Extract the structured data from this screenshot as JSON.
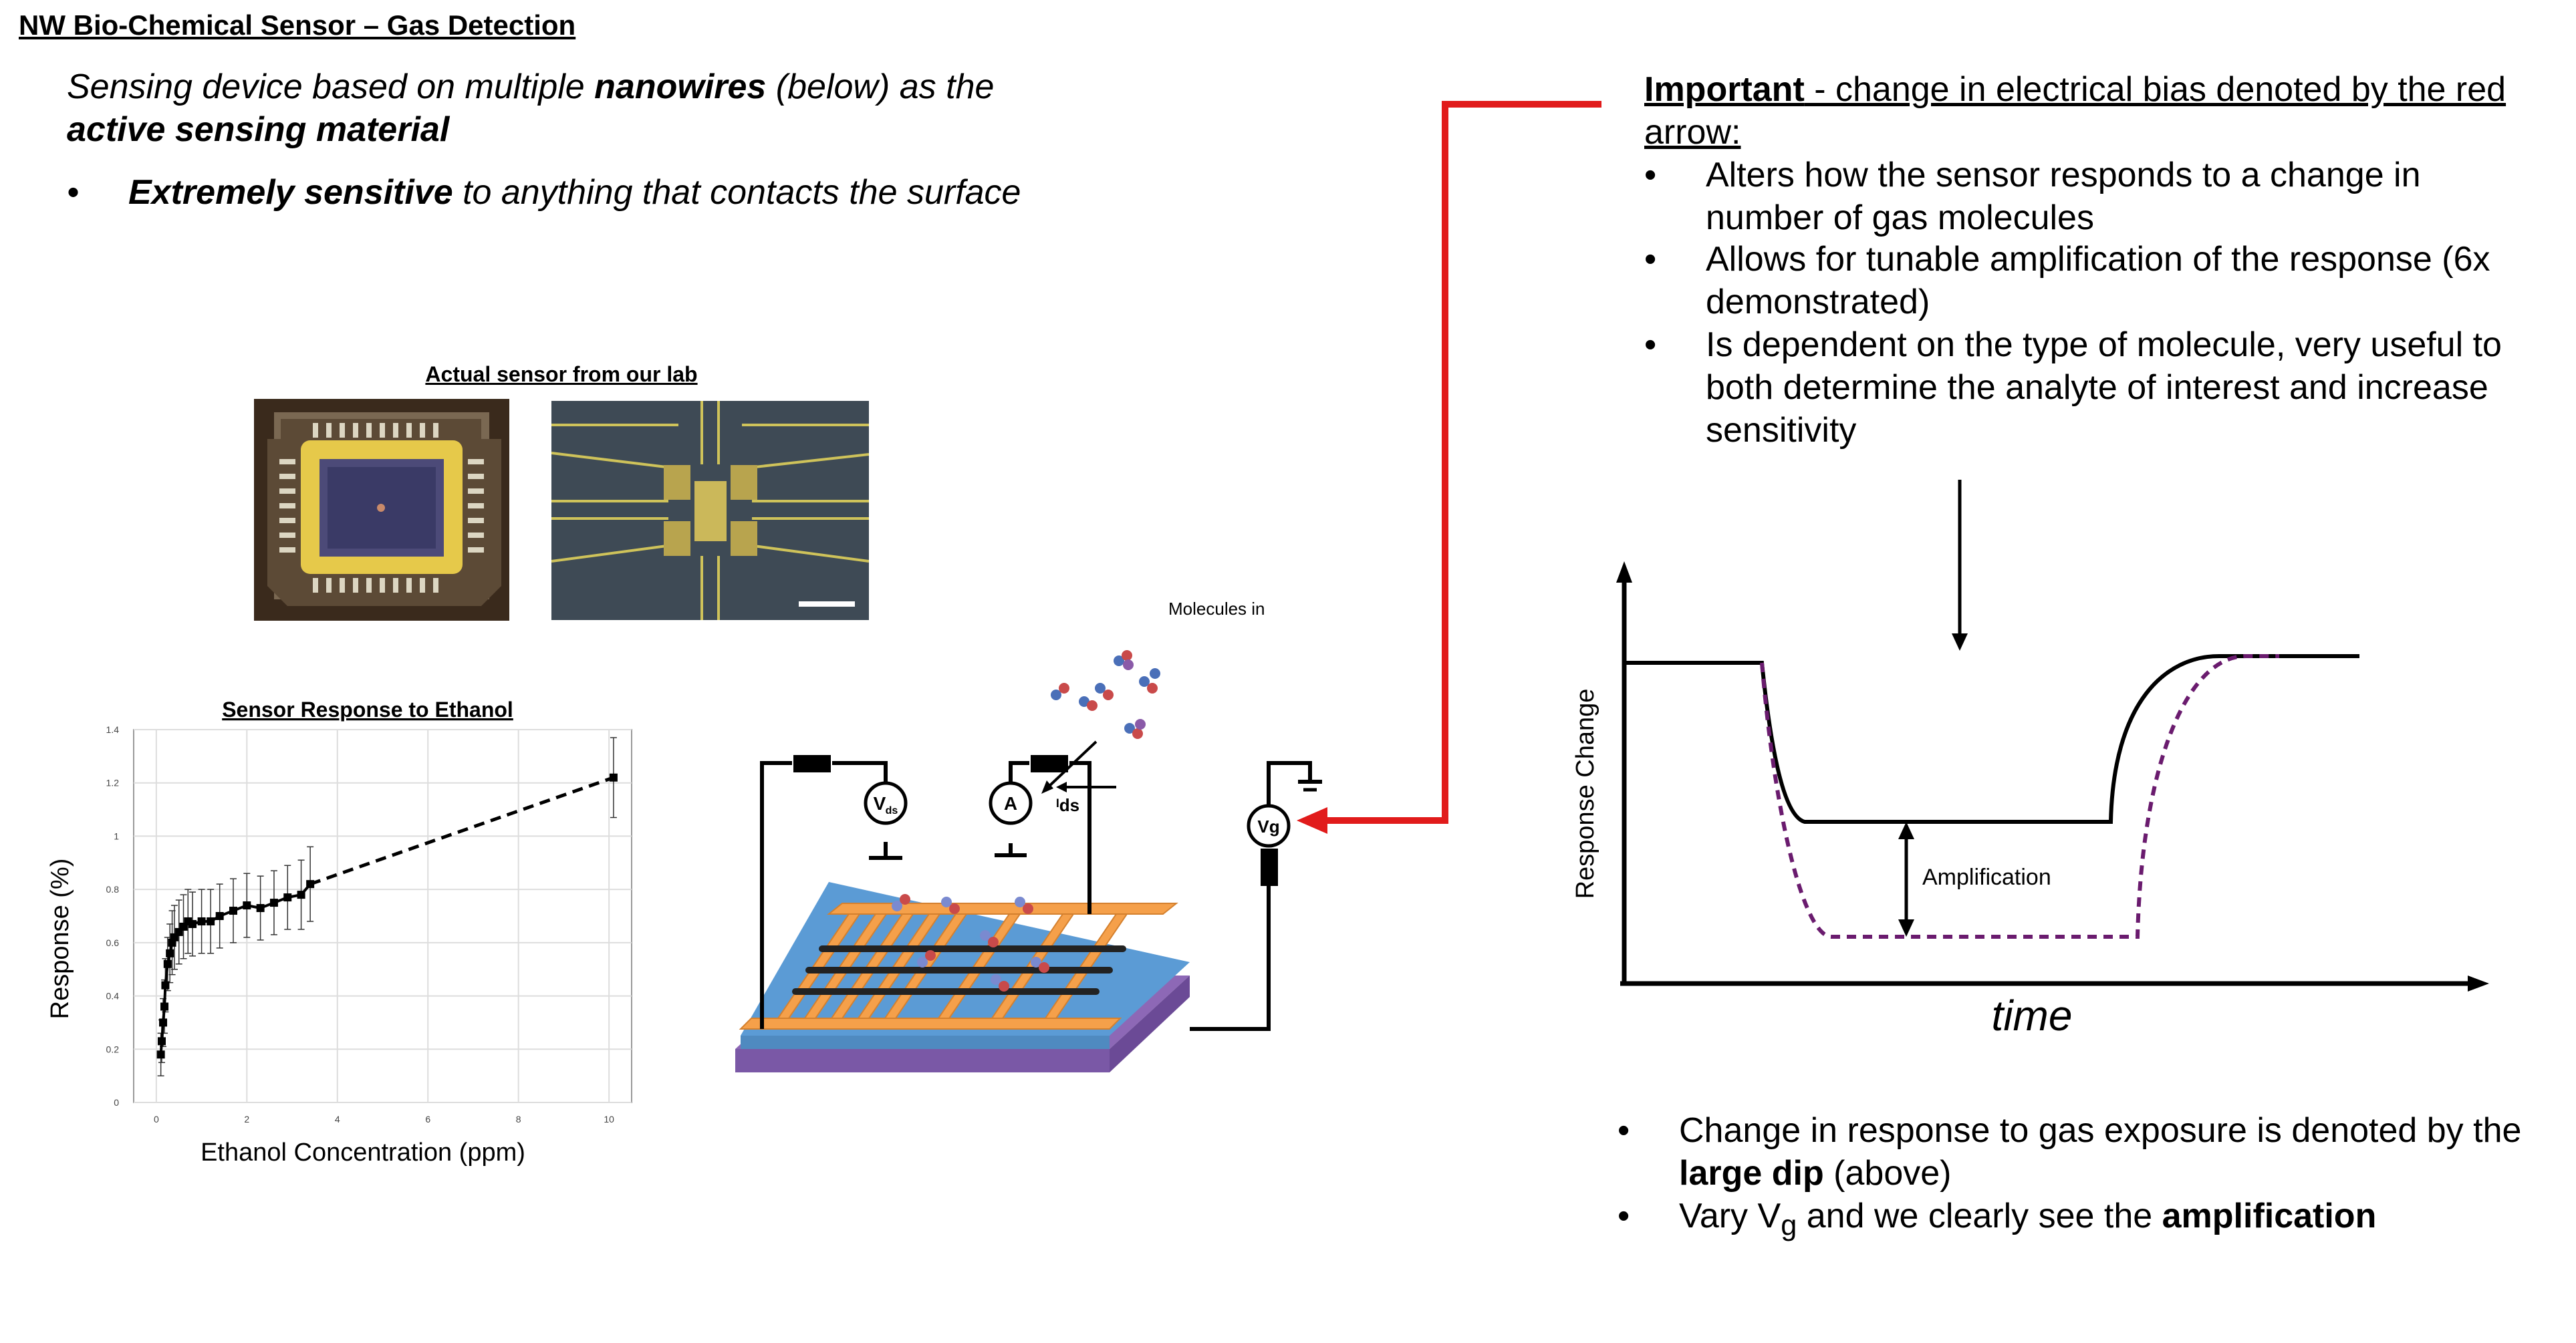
{
  "title": "NW Bio-Chemical Sensor – Gas Detection",
  "intro": {
    "pre": "Sensing device based on multiple ",
    "bold1": "nanowires",
    "mid": " (below) as the ",
    "bold2": "active sensing material"
  },
  "left_bullets": [
    {
      "bullet": "•",
      "bold": "Extremely sensitive",
      "rest": " to anything that contacts the surface"
    }
  ],
  "photos": {
    "caption": "Actual sensor from our lab"
  },
  "ethanol_chart": {
    "title": "Sensor Response to Ethanol",
    "xlabel": "Ethanol Concentration (ppm)",
    "ylabel": "Response (%)"
  },
  "schematic": {
    "molecules_label": "Molecules in",
    "vds_label": "V",
    "vds_sub": "ds",
    "ammeter_label": "A",
    "ids_label": "ᴵds",
    "vg_label": "Vg"
  },
  "important": {
    "heading": "Important",
    "rest": " - change in electrical bias denoted by the red arrow:",
    "bullets": [
      {
        "bullet": "•",
        "text": "Alters how the sensor responds to a change in number of gas molecules"
      },
      {
        "bullet": "•",
        "text": "Allows for tunable amplification of the response (6x demonstrated)"
      },
      {
        "bullet": "•",
        "text": "Is dependent on the type of molecule, very useful to both determine the analyte of interest and increase sensitivity"
      }
    ]
  },
  "response_diagram": {
    "ylabel": "Response Change",
    "xlabel": "time",
    "annotation": "Amplification"
  },
  "bottom_bullets": [
    {
      "bullet": "•",
      "pre": "Change in response to gas exposure is denoted by the ",
      "bold": "large dip",
      "post": " (above)"
    },
    {
      "bullet": "•",
      "pre": "Vary V",
      "sub": "g",
      "mid": " and we clearly see the ",
      "bold": "amplification"
    }
  ],
  "colors": {
    "accent_red": "#e11b1b",
    "dashed_purple": "#6a1b6e",
    "electrode_orange": "#f5a04a",
    "substrate_blue": "#5b9bd5",
    "substrate_purple": "#9b6fc0"
  },
  "chart_data": {
    "type": "scatter",
    "title": "Sensor Response to Ethanol",
    "xlabel": "Ethanol Concentration (ppm)",
    "ylabel": "Response (%)",
    "xlim": [
      -0.5,
      10.5
    ],
    "ylim": [
      0,
      1.4
    ],
    "xticks": [
      0,
      2,
      4,
      6,
      8,
      10
    ],
    "yticks": [
      0,
      0.2,
      0.4,
      0.6,
      0.8,
      1,
      1.2,
      1.4
    ],
    "grid": true,
    "series": [
      {
        "x": [
          0.1,
          0.12,
          0.15,
          0.18,
          0.2,
          0.25,
          0.3,
          0.35,
          0.4,
          0.5,
          0.6,
          0.7,
          0.8,
          1.0,
          1.2,
          1.4,
          1.7,
          2.0,
          2.3,
          2.6,
          2.9,
          3.2,
          3.4,
          10.1
        ],
        "y": [
          0.18,
          0.23,
          0.3,
          0.36,
          0.44,
          0.52,
          0.56,
          0.6,
          0.62,
          0.64,
          0.66,
          0.68,
          0.67,
          0.68,
          0.68,
          0.7,
          0.72,
          0.74,
          0.73,
          0.75,
          0.77,
          0.78,
          0.82,
          1.22
        ],
        "yerr": [
          0.08,
          0.08,
          0.09,
          0.1,
          0.1,
          0.1,
          0.11,
          0.12,
          0.12,
          0.12,
          0.12,
          0.12,
          0.12,
          0.12,
          0.12,
          0.12,
          0.12,
          0.12,
          0.12,
          0.12,
          0.12,
          0.13,
          0.14,
          0.15
        ]
      }
    ],
    "trend": {
      "from": [
        3.4,
        0.82
      ],
      "to": [
        10.1,
        1.22
      ],
      "style": "dashed"
    }
  }
}
